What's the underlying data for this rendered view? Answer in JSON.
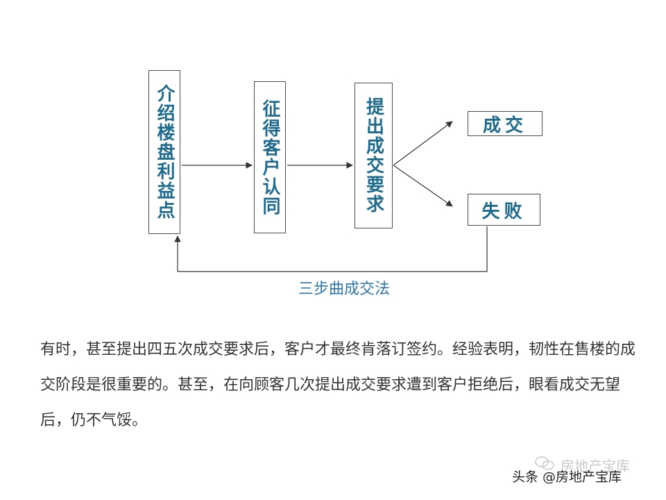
{
  "diagram": {
    "boxes": {
      "intro": "介绍楼盘利益点",
      "consent": "征得客户认同",
      "request": "提出成交要求",
      "success": "成交",
      "fail": "失败"
    },
    "loop_label": "三步曲成交法",
    "colors": {
      "box_text": "#1f6b8e",
      "loop_label": "#2e75a8",
      "lines": "#333333"
    }
  },
  "body_text": "有时，甚至提出四五次成交要求后，客户才最终肯落订签约。经验表明，韧性在售楼的成交阶段是很重要的。甚至，在向顾客几次提出成交要求遭到客户拒绝后，眼看成交无望后，仍不气馁。",
  "watermark": {
    "ghost": "房地产宝库",
    "main": "头条 @房地产宝库",
    "icon": "wechat-icon"
  }
}
